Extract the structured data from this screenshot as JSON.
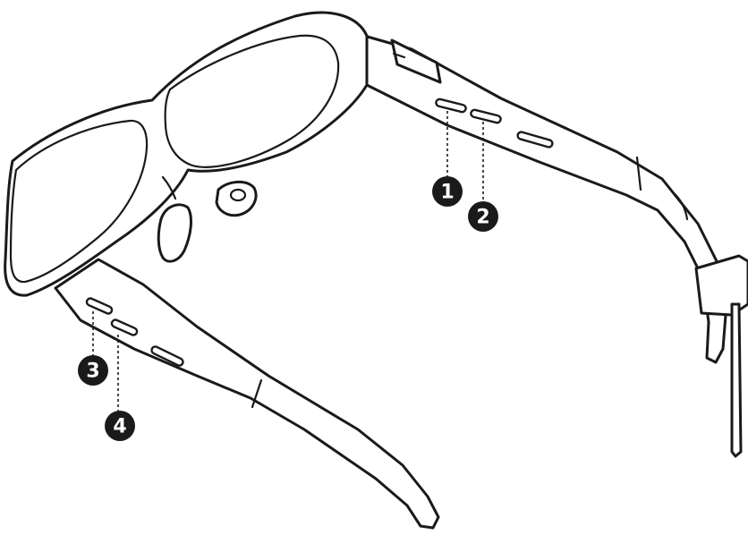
{
  "callouts": [
    {
      "id": "1",
      "label": "1"
    },
    {
      "id": "2",
      "label": "2"
    },
    {
      "id": "3",
      "label": "3"
    },
    {
      "id": "4",
      "label": "4"
    }
  ],
  "colors": {
    "line": "#1a1a1a",
    "fill": "#ffffff",
    "badge": "#1a1a1a",
    "badge_text": "#ffffff"
  }
}
